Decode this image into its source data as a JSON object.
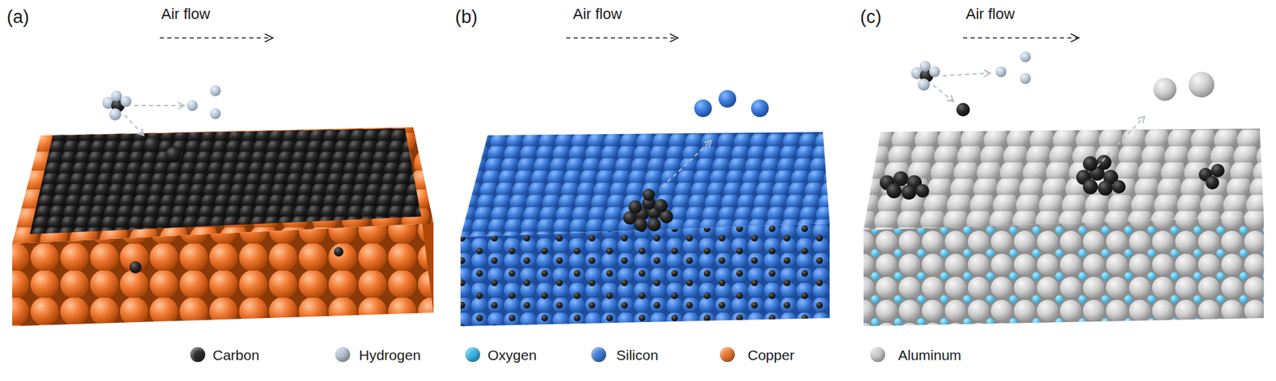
{
  "diagram": {
    "labels": [
      "(a)",
      "Air flow",
      "(b)",
      "Air flow",
      "(c)",
      "Air flow"
    ],
    "legend": [
      {
        "text": "Carbon",
        "color": "#2b2b2b"
      },
      {
        "text": "Hydrogen",
        "color": "#b8c4d4"
      },
      {
        "text": "Oxygen",
        "color": "#3ab8e8"
      },
      {
        "text": "Silicon",
        "color": "#3f7fdc"
      },
      {
        "text": "Copper",
        "color": "#f07830"
      },
      {
        "text": "Aluminum",
        "color": "#cfcfcf"
      }
    ]
  }
}
